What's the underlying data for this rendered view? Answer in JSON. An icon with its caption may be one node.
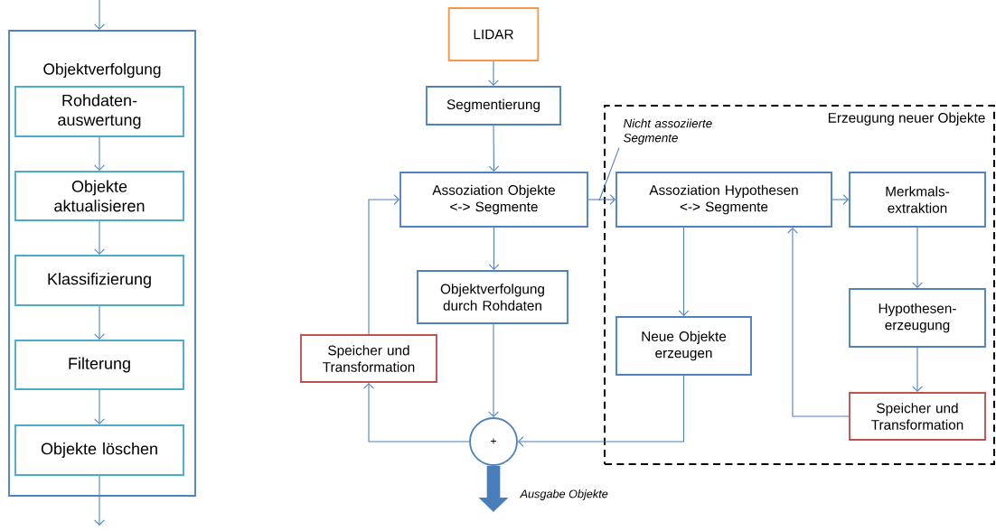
{
  "diagram": {
    "nodes": [
      {
        "text": [
          "Objektverfolgung"
        ]
      },
      {
        "text": [
          "Rohdaten-auswertung"
        ],
        "in": 0
      },
      {
        "text": [
          "Objekte aktualisieren"
        ],
        "in": 0
      },
      {
        "text": [
          "Klassifizierung"
        ],
        "in": 0
      },
      {
        "text": [
          "Filterung"
        ],
        "in": 0
      },
      {
        "text": [
          "Objekte löschen"
        ],
        "in": 0
      },
      {
        "text": [
          "LIDAR"
        ]
      },
      {
        "text": [
          "Segmentierung"
        ]
      },
      {
        "text": [
          "Assoziation Objekte <-> Segmente"
        ]
      },
      {
        "text": [
          "Objektverfolgung durch Rohdaten"
        ]
      },
      {
        "text": [
          "Speicher und Transformation"
        ]
      },
      {
        "text": [
          "+"
        ]
      },
      {
        "text": [
          "Erzeugung neuer Objekte"
        ]
      },
      {
        "text": [
          "Assoziation Hypothesen <-> Segmente"
        ],
        "in": 12
      },
      {
        "text": [
          "Merkmals-extraktion"
        ],
        "in": 12
      },
      {
        "text": [
          "Neue Objekte erzeugen"
        ],
        "in": 12
      },
      {
        "text": [
          "Hypothesen-erzeugung"
        ],
        "in": 12
      },
      {
        "text": [
          "Speicher und Transformation"
        ],
        "in": 12
      },
      {
        "text": [
          "Nicht assoziierte Segmente"
        ],
        "in": 12
      }
    ],
    "edges": [
      {
        "from": null,
        "to": 0,
        "arrow": "to"
      },
      {
        "from": 1,
        "to": 2,
        "arrow": "to"
      },
      {
        "from": 2,
        "to": 3,
        "arrow": "to"
      },
      {
        "from": 3,
        "to": 4,
        "arrow": "to"
      },
      {
        "from": 4,
        "to": 5,
        "arrow": "to"
      },
      {
        "from": 5,
        "to": null,
        "arrow": "to"
      },
      {
        "from": 6,
        "to": 7,
        "arrow": "to"
      },
      {
        "from": 7,
        "to": 8,
        "arrow": "to"
      },
      {
        "from": 8,
        "to": 9,
        "arrow": "to"
      },
      {
        "from": 9,
        "to": 11,
        "arrow": "to"
      },
      {
        "from": 11,
        "to": 10,
        "arrow": "to"
      },
      {
        "from": 10,
        "to": 8,
        "arrow": "to"
      },
      {
        "from": 8,
        "to": 13,
        "arrow": "to"
      },
      {
        "from": 13,
        "to": 14,
        "arrow": "to"
      },
      {
        "from": 13,
        "to": 15,
        "arrow": "to"
      },
      {
        "from": 14,
        "to": 16,
        "arrow": "to"
      },
      {
        "from": 16,
        "to": 17,
        "arrow": "to"
      },
      {
        "from": 17,
        "to": 13,
        "arrow": "to"
      },
      {
        "from": 15,
        "to": 11,
        "arrow": "to"
      },
      {
        "from": 11,
        "to": null,
        "arrow": "to",
        "style": "thick",
        "label": "Ausgabe Objekte"
      },
      {
        "from": 18,
        "to": null,
        "arrow": "none"
      }
    ]
  }
}
